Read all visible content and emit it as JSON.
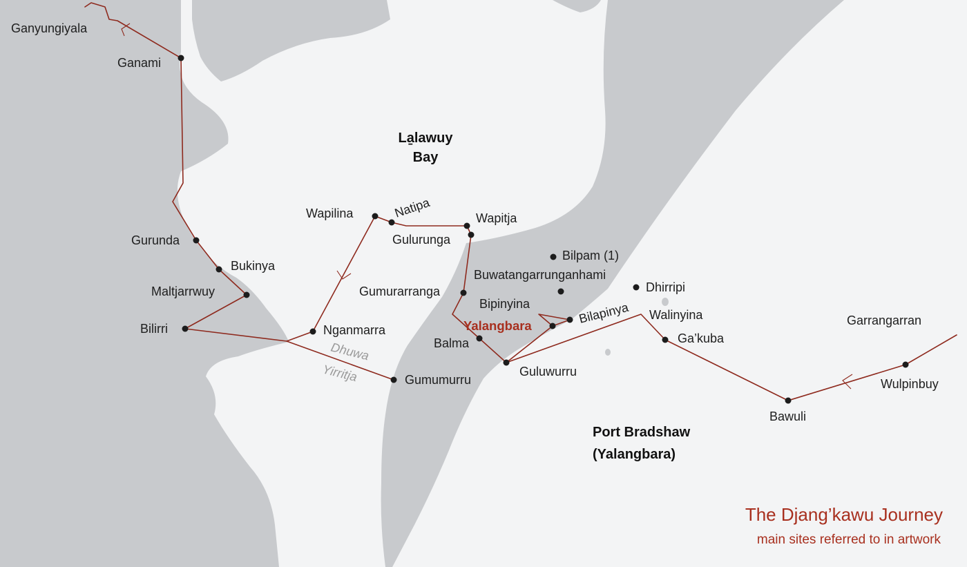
{
  "colors": {
    "route": "#8e2a1e",
    "land": "#c8cacd",
    "water": "#f3f4f5",
    "title": "#a8301f",
    "moiety": "#9a9a9a",
    "dot": "#1c1c1c"
  },
  "title": "The Djang’kawu Journey",
  "subtitle": "main sites referred to in artwork",
  "regions": {
    "bay_line1": "La̱lawuy",
    "bay_line2": "Bay",
    "port_line1": "Port Bradshaw",
    "port_line2": "(Yalangbara)"
  },
  "moieties": {
    "dhuwa": "Dhuwa",
    "yirritja": "Yirritja"
  },
  "sites": {
    "ganyungiyala": "Ganyungiyala",
    "ganami": "Ganami",
    "gurunda": "Gurunda",
    "bukinya": "Bukinya",
    "maltjarrwuy": "Maltjarrwuy",
    "bilirri": "Bilirri",
    "wapilina": "Wapilina",
    "natipa": "Natipa",
    "gulurunga": "Gulurunga",
    "wapitja": "Wapitja",
    "nganmarra": "Nganmarra",
    "gumurarranga": "Gumurarranga",
    "gumumurru": "Gumumurru",
    "balma": "Balma",
    "yalangbara": "Yalangbara",
    "bipinyina": "Bipinyina",
    "bilapinya": "Bilapinya",
    "bilpam": "Bilpam (1)",
    "buwatangarrunganhami": "Buwatangarrunganhami",
    "dhirripi": "Dhirripi",
    "guluwurru": "Guluwurru",
    "walinyina": "Walinyina",
    "gakuba": "Ga’kuba",
    "garrangarran": "Garrangarran",
    "wulpinbuy": "Wulpinbuy",
    "bawuli": "Bawuli"
  }
}
